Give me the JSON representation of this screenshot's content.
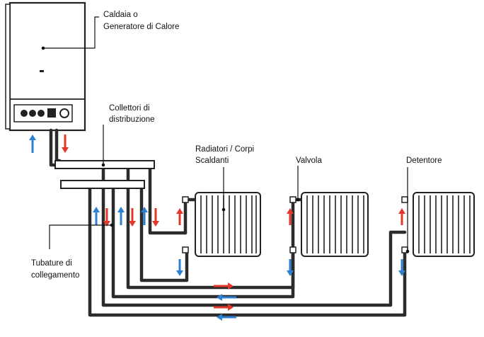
{
  "labels": {
    "boiler": [
      "Caldaia o",
      "Generatore di Calore"
    ],
    "manifolds": [
      "Collettori di",
      "distribuzione"
    ],
    "radiators": [
      "Radiatori / Corpi",
      "Scaldanti"
    ],
    "valve": "Valvola",
    "lockshield": "Detentore",
    "pipes": [
      "Tubature di",
      "collegamento"
    ]
  },
  "colors": {
    "hot": "#e0392b",
    "cold": "#2f7fd0",
    "pipe": "#2b2b2b",
    "line": "#111111"
  }
}
